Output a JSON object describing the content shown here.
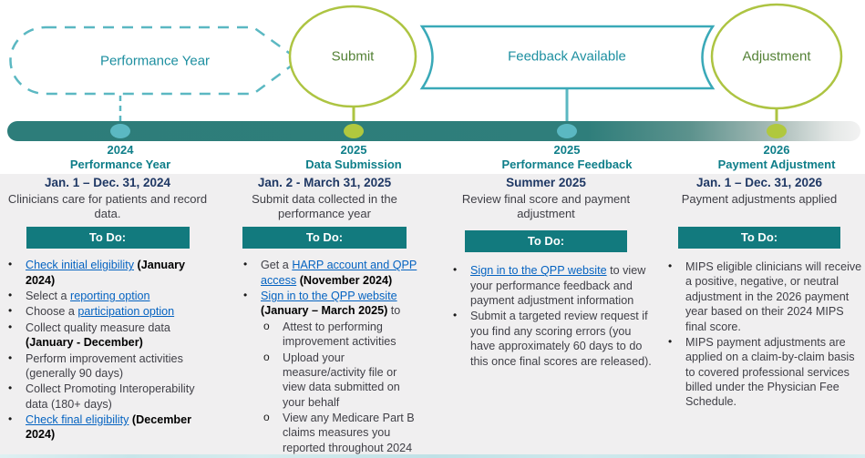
{
  "phases": [
    {
      "label": "Performance Year"
    },
    {
      "label": "Submit"
    },
    {
      "label": "Feedback Available"
    },
    {
      "label": "Adjustment"
    }
  ],
  "milestones": [
    {
      "year": "2024",
      "label": "Performance Year"
    },
    {
      "year": "2025",
      "label": "Data Submission"
    },
    {
      "year": "2025",
      "label": "Performance Feedback"
    },
    {
      "year": "2026",
      "label": "Payment Adjustment"
    }
  ],
  "columns": [
    {
      "date": "Jan. 1 – Dec. 31, 2024",
      "description": "Clinicians care for patients and record data.",
      "todo_label": "To Do:",
      "items": [
        {
          "level": 1,
          "segments": [
            {
              "t": "Check initial eligibility",
              "s": "link"
            },
            {
              "t": " ",
              "s": "p"
            },
            {
              "t": "(January 2024)",
              "s": "b"
            }
          ]
        },
        {
          "level": 1,
          "segments": [
            {
              "t": "Select a ",
              "s": "p"
            },
            {
              "t": "reporting option",
              "s": "link"
            }
          ]
        },
        {
          "level": 1,
          "segments": [
            {
              "t": "Choose a ",
              "s": "p"
            },
            {
              "t": "participation option",
              "s": "link"
            }
          ]
        },
        {
          "level": 1,
          "segments": [
            {
              "t": "Collect quality measure data ",
              "s": "p"
            },
            {
              "t": "(January - December)",
              "s": "b"
            }
          ]
        },
        {
          "level": 1,
          "segments": [
            {
              "t": "Perform improvement activities (generally 90 days)",
              "s": "p"
            }
          ]
        },
        {
          "level": 1,
          "segments": [
            {
              "t": "Collect Promoting Interoperability data (180+ days)",
              "s": "p"
            }
          ]
        },
        {
          "level": 1,
          "segments": [
            {
              "t": "Check final eligibility",
              "s": "link"
            },
            {
              "t": " ",
              "s": "p"
            },
            {
              "t": "(December 2024)",
              "s": "b"
            }
          ]
        }
      ]
    },
    {
      "date": "Jan. 2 - March 31, 2025",
      "description": "Submit data collected in the performance year",
      "todo_label": "To Do:",
      "items": [
        {
          "level": 1,
          "segments": [
            {
              "t": "Get a ",
              "s": "p"
            },
            {
              "t": "HARP account and QPP access",
              "s": "link"
            },
            {
              "t": " ",
              "s": "p"
            },
            {
              "t": "(November 2024)",
              "s": "b"
            }
          ]
        },
        {
          "level": 1,
          "segments": [
            {
              "t": "Sign in to the QPP website",
              "s": "link"
            },
            {
              "t": " ",
              "s": "p"
            },
            {
              "t": "(January – March 2025)",
              "s": "b"
            },
            {
              "t": " to",
              "s": "p"
            }
          ]
        },
        {
          "level": 2,
          "segments": [
            {
              "t": "Attest to performing improvement activities",
              "s": "p"
            }
          ]
        },
        {
          "level": 2,
          "segments": [
            {
              "t": "Upload your measure/activity file or view data submitted on your behalf",
              "s": "p"
            }
          ]
        },
        {
          "level": 2,
          "segments": [
            {
              "t": "View any Medicare Part B claims measures you reported throughout 2024",
              "s": "p"
            }
          ]
        }
      ]
    },
    {
      "date": "Summer 2025",
      "description": "Review final score and payment adjustment",
      "todo_label": "To Do:",
      "items": [
        {
          "level": 1,
          "segments": [
            {
              "t": "Sign in to the QPP website",
              "s": "link"
            },
            {
              "t": " to view your performance feedback and payment adjustment information",
              "s": "p"
            }
          ]
        },
        {
          "level": 1,
          "segments": [
            {
              "t": "Submit a targeted review request if you find any scoring errors (you have approximately 60 days to do this once final scores are released).",
              "s": "p"
            }
          ]
        }
      ]
    },
    {
      "date": "Jan. 1 – Dec. 31, 2026",
      "description": "Payment adjustments applied",
      "todo_label": "To Do:",
      "items": [
        {
          "level": 1,
          "segments": [
            {
              "t": "MIPS eligible clinicians will receive a positive, negative, or neutral adjustment in the 2026 payment year based on their 2024 MIPS final score.",
              "s": "p"
            }
          ]
        },
        {
          "level": 1,
          "segments": [
            {
              "t": "MIPS payment adjustments are applied on a claim-by-claim basis to covered professional services billed under the Physician Fee Schedule.",
              "s": "p"
            }
          ]
        }
      ]
    }
  ],
  "colors": {
    "timeline_teal": "#2d7d7a",
    "todo_teal": "#127a7e",
    "light_teal": "#5bb8c2",
    "banner_teal": "#3aa9b8",
    "olive": "#adc442",
    "green_text": "#538135",
    "teal_text": "#0e7e89",
    "navy": "#1f3864",
    "link_blue": "#0563c1",
    "gray_bg": "#f0eff0"
  }
}
